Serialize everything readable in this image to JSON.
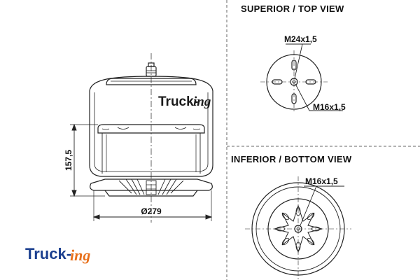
{
  "views": {
    "top_title": "SUPERIOR / TOP VIEW",
    "bottom_title": "INFERIOR / BOTTOM VIEW"
  },
  "dimensions": {
    "height": "157,5",
    "diameter": "Ø279"
  },
  "callouts": {
    "top_stud": "M24x1,5",
    "top_bolt": "M16x1,5",
    "bottom_bolt": "M16x1,5"
  },
  "brand": {
    "body_prefix": "Truck-",
    "body_suffix": "ing",
    "logo_prefix": "Truck-",
    "logo_suffix": "ing"
  },
  "colors": {
    "line": "#222222",
    "divider": "#666666",
    "logo_primary": "#1b3f8f",
    "logo_accent": "#e8701a"
  }
}
